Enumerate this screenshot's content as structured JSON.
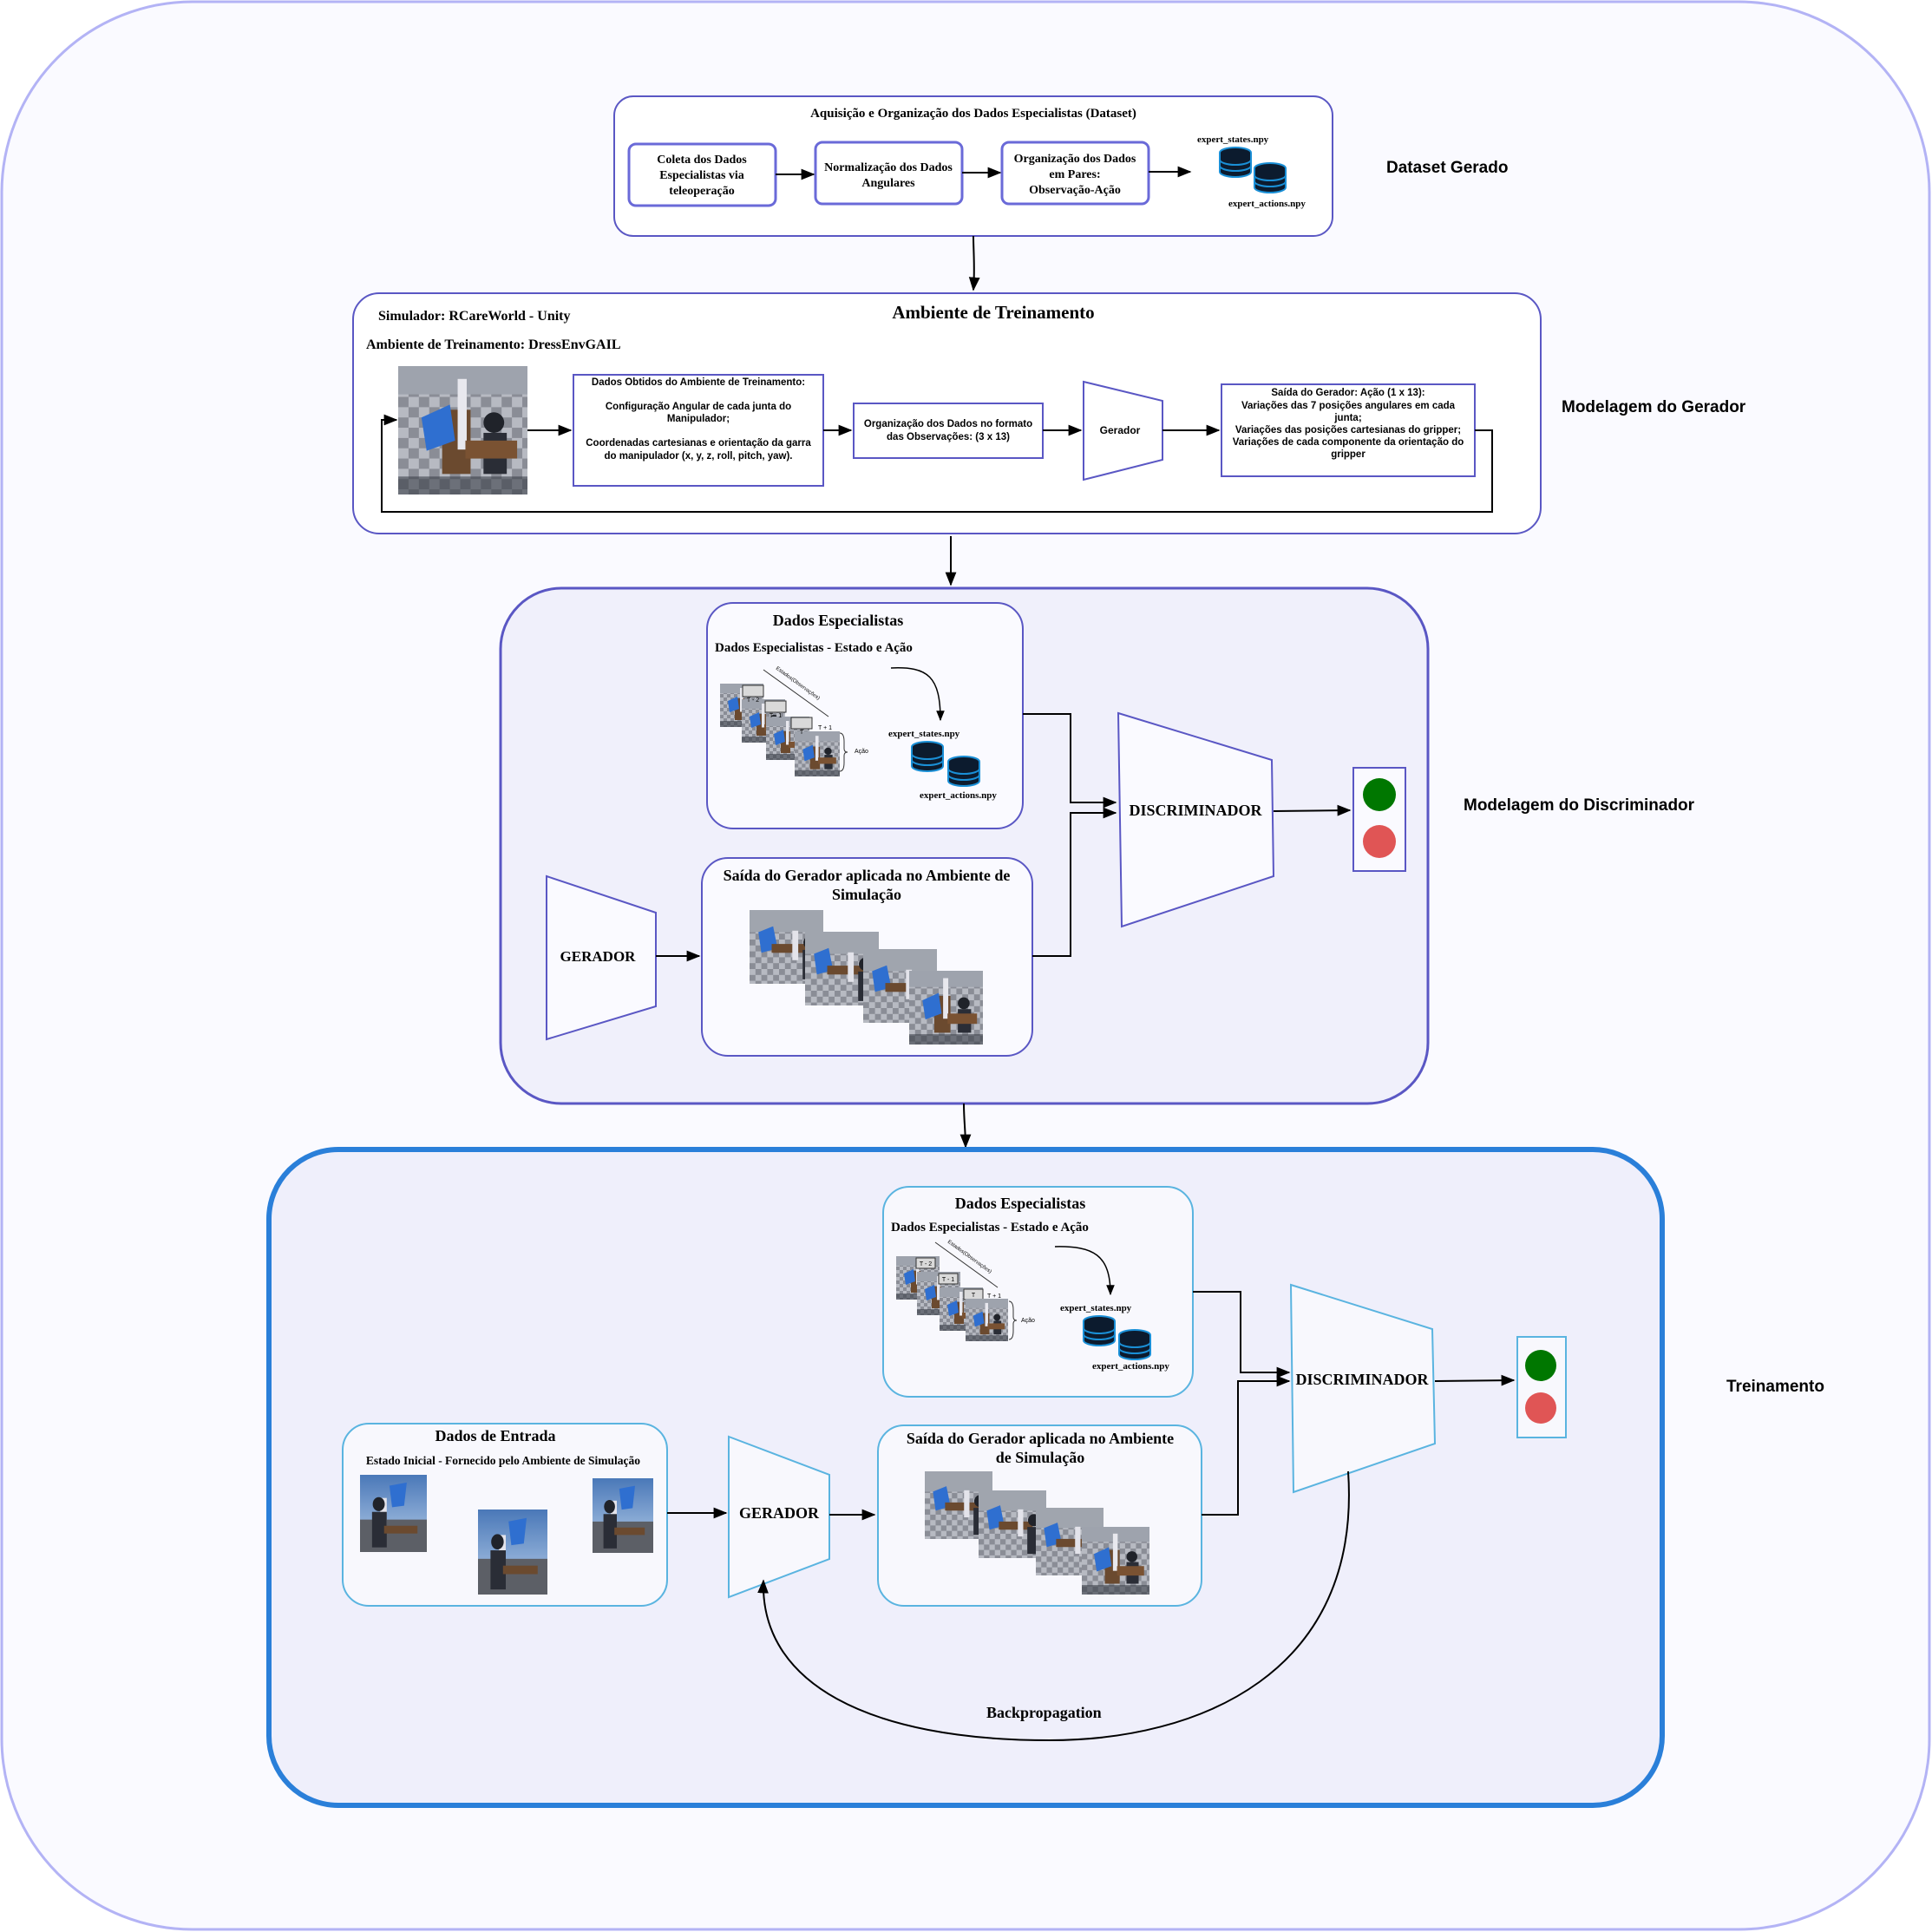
{
  "colors": {
    "outer_border": "#b3b3f5",
    "section_border": "#5a57c4",
    "training_border": "#2a7fd9",
    "light_blue": "#5ab4e0",
    "green_light": "#007700",
    "red_light": "#e05555",
    "db_icon": "#1a8fd6"
  },
  "dataset": {
    "title": "Aquisição e Organização dos Dados Especialistas (Dataset)",
    "box1": [
      "Coleta dos Dados",
      "Especialistas via",
      "teleoperação"
    ],
    "box2": [
      "Normalização dos Dados",
      "Angulares"
    ],
    "box3": [
      "Organização dos Dados",
      "em Pares:",
      "Observação-Ação"
    ],
    "file_states": "expert_states.npy",
    "file_actions": "expert_actions.npy",
    "side_label": "Dataset Gerado"
  },
  "generator_env": {
    "title": "Ambiente de Treinamento",
    "simulator": "Simulador: RCareWorld - Unity",
    "env_name": "Ambiente de Treinamento: DressEnvGAIL",
    "data_box": [
      "Dados Obtidos do Ambiente de Treinamento:",
      "",
      "Configuração Angular de cada junta do",
      "Manipulador;",
      "",
      "Coordenadas cartesianas e orientação da garra",
      "do manipulador (x, y, z, roll, pitch, yaw)."
    ],
    "obs_box": [
      "Organização dos Dados no formato",
      "das Observações: (3 x 13)"
    ],
    "generator_label": "Gerador",
    "output_box": [
      "Saída do Gerador: Ação (1 x 13):",
      "Variações das 7 posições angulares em cada",
      "junta;",
      "Variações das posições cartesianas do gripper;",
      "Variações de cada componente da orientação do",
      "gripper"
    ],
    "side_label": "Modelagem do Gerador"
  },
  "discriminator": {
    "expert_title": "Dados Especialistas",
    "expert_sub": "Dados Especialistas - Estado e Ação",
    "frame_labels": [
      "T - 2",
      "T - 1",
      "T",
      "T + 1"
    ],
    "states_label": "Estados(Observações)",
    "action_label": "Ação",
    "file_states": "expert_states.npy",
    "file_actions": "expert_actions.npy",
    "generator_label": "GERADOR",
    "output_title": [
      "Saída do Gerador aplicada no Ambiente de",
      "Simulação"
    ],
    "disc_label": "DISCRIMINADOR",
    "side_label": "Modelagem do Discriminador"
  },
  "training": {
    "expert_title": "Dados Especialistas",
    "expert_sub": "Dados Especialistas - Estado e Ação",
    "frame_labels": [
      "T - 2",
      "T - 1",
      "T",
      "T + 1"
    ],
    "states_label": "Estados(Observações)",
    "action_label": "Ação",
    "file_states": "expert_states.npy",
    "file_actions": "expert_actions.npy",
    "input_title": "Dados de Entrada",
    "input_sub": "Estado Inicial - Fornecido pelo Ambiente de Simulação",
    "generator_label": "GERADOR",
    "output_title": [
      "Saída do Gerador aplicada no Ambiente",
      "de Simulação"
    ],
    "disc_label": "DISCRIMINADOR",
    "backprop": "Backpropagation",
    "side_label": "Treinamento"
  }
}
